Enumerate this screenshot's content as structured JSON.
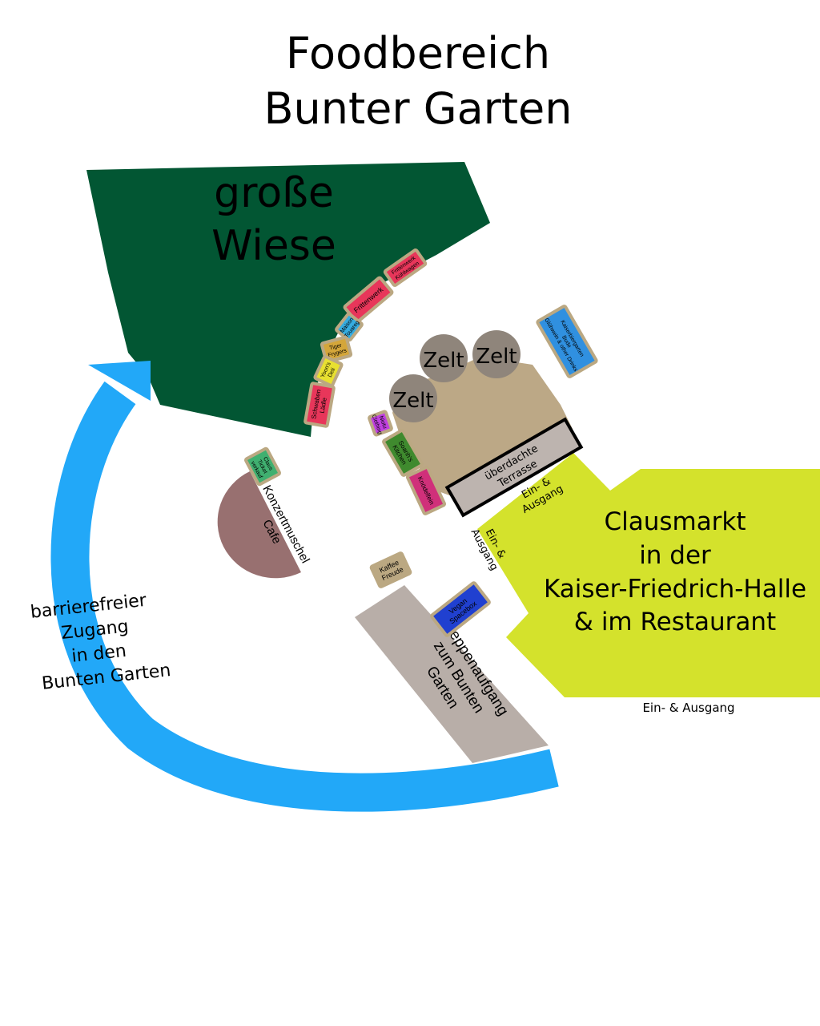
{
  "title": {
    "line1": "Foodbereich",
    "line2": "Bunter Garten"
  },
  "meadow": {
    "line1": "große",
    "line2": "Wiese",
    "color": "#025633"
  },
  "tents": {
    "label": "Zelt",
    "color": "#8f857b",
    "area_color": "#bca886"
  },
  "terrace": {
    "line1": "überdachte",
    "line2": "Terrasse",
    "color": "#bdb4af"
  },
  "clausmarkt": {
    "lines": [
      "Clausmarkt",
      "in der",
      "Kaiser-Friedrich-Halle",
      "& im Restaurant"
    ],
    "color": "#d4e22c"
  },
  "entrances": {
    "terrace_entry": {
      "line1": "Ein- &",
      "line2": "Ausgang"
    },
    "side_entry": {
      "line1": "Ein- &",
      "line2": "Ausgang"
    },
    "bottom_entry": "Ein- & Ausgang"
  },
  "concert_shell": {
    "line1": "Konzertmuschel",
    "line2": "Cafe",
    "color": "#987070"
  },
  "stairs": {
    "lines": [
      "Treppenaufgang",
      "zum Bunten",
      "Garten"
    ],
    "color": "#b8aea8"
  },
  "accessible_path": {
    "lines": [
      "barrierefreier",
      "Zugang",
      "in den",
      "Bunten Garten"
    ],
    "color": "#22a8f8"
  },
  "stall_border_color": "#bba882",
  "stalls": [
    {
      "lines": [
        "Frittenwerk",
        "Kühlwagen"
      ],
      "color": "#e8365a"
    },
    {
      "lines": [
        "Frittenwerk"
      ],
      "color": "#e8365a"
    },
    {
      "lines": [
        "Maison",
        "Touareg"
      ],
      "color": "#36ace0"
    },
    {
      "lines": [
        "Tiger",
        "Frygers"
      ],
      "color": "#d4a63a"
    },
    {
      "lines": [
        "Yoon's",
        "Deli"
      ],
      "color": "#e8e030"
    },
    {
      "lines": [
        "Schwaben",
        "Lädle"
      ],
      "color": "#e8365a"
    },
    {
      "lines": [
        "Niotu",
        "Clothing"
      ],
      "color": "#c040e0"
    },
    {
      "lines": [
        "Soanh's",
        "Kitchen"
      ],
      "color": "#3f8a2e"
    },
    {
      "lines": [
        "Knödelfein"
      ],
      "color": "#d0307a"
    },
    {
      "lines": [
        "Kaiserbiergarten",
        "Bude",
        "Glühwein & other Drinks"
      ],
      "color": "#3090e0"
    },
    {
      "lines": [
        "Claus",
        "Ticket",
        "verkauf"
      ],
      "color": "#40b070"
    },
    {
      "lines": [
        "Kaffee",
        "Freude"
      ],
      "color": "#bba882"
    },
    {
      "lines": [
        "Vegan",
        "Spacebox"
      ],
      "color": "#2040d0"
    }
  ]
}
